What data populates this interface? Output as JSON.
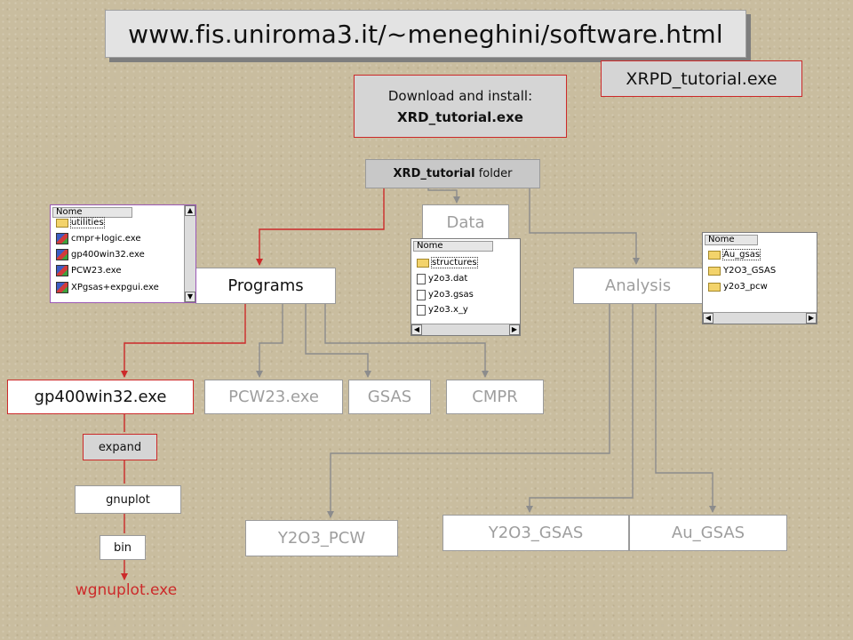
{
  "header": {
    "url": "www.fis.uniroma3.it/~meneghini/software.html"
  },
  "xrpd": {
    "label": "XRPD_tutorial.exe"
  },
  "download": {
    "line1": "Download and install:",
    "line2": "XRD_tutorial.exe"
  },
  "root": {
    "bold": "XRD_tutorial",
    "rest": " folder"
  },
  "nodes": {
    "data": "Data",
    "programs": "Programs",
    "analysis": "Analysis",
    "gp400": "gp400win32.exe",
    "pcw23": "PCW23.exe",
    "gsas": "GSAS",
    "cmpr": "CMPR",
    "expand": "expand",
    "gnuplot": "gnuplot",
    "bin": "bin",
    "wgnuplot": "wgnuplot.exe",
    "y2o3_pcw": "Y2O3_PCW",
    "y2o3_gsas": "Y2O3_GSAS",
    "au_gsas": "Au_GSAS"
  },
  "explorer_programs": {
    "header": "Nome",
    "items": [
      "utilities",
      "cmpr+logic.exe",
      "gp400win32.exe",
      "PCW23.exe",
      "XPgsas+expgui.exe"
    ]
  },
  "explorer_data": {
    "header": "Nome",
    "items": [
      "structures",
      "y2o3.dat",
      "y2o3.gsas",
      "y2o3.x_y"
    ]
  },
  "explorer_analysis": {
    "header": "Nome",
    "items": [
      "Au_gsas",
      "Y2O3_GSAS",
      "y2o3_pcw"
    ]
  },
  "colors": {
    "red": "#cc2a2a",
    "gray_line": "#8c8c8c",
    "text_gray": "#9e9e9e"
  },
  "icons": [
    "folder-icon",
    "file-icon",
    "exe-icon",
    "scroll-arrow-icon"
  ]
}
